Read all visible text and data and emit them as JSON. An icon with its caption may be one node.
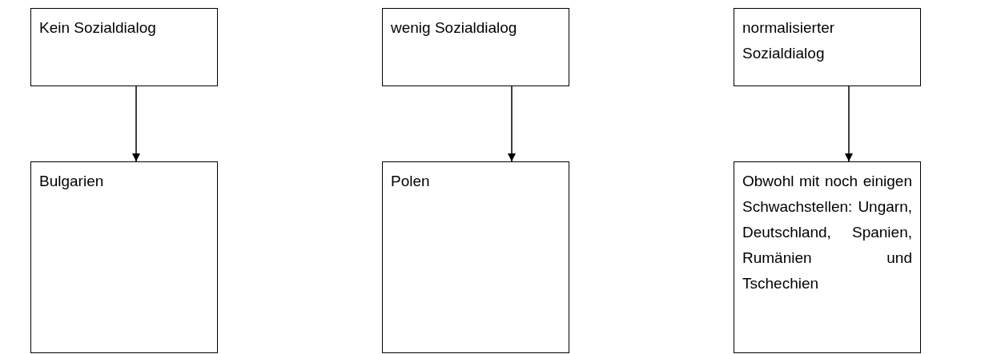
{
  "diagram": {
    "nodes": [
      {
        "text": [
          "Kein Sozialdialog"
        ]
      },
      {
        "text": [
          "wenig Sozialdialog"
        ]
      },
      {
        "text": [
          "normalisierter Sozialdialog"
        ]
      },
      {
        "text": [
          "Bulgarien"
        ]
      },
      {
        "text": [
          "Polen"
        ]
      },
      {
        "text": [
          "Obwohl mit noch einigen Schwachstellen: Ungarn, Deutschland, Spanien, Rumänien und Tschechien"
        ]
      }
    ],
    "edges": [
      {
        "from": 0,
        "to": 3,
        "arrow": "to"
      },
      {
        "from": 1,
        "to": 4,
        "arrow": "to"
      },
      {
        "from": 2,
        "to": 5,
        "arrow": "to"
      }
    ]
  }
}
